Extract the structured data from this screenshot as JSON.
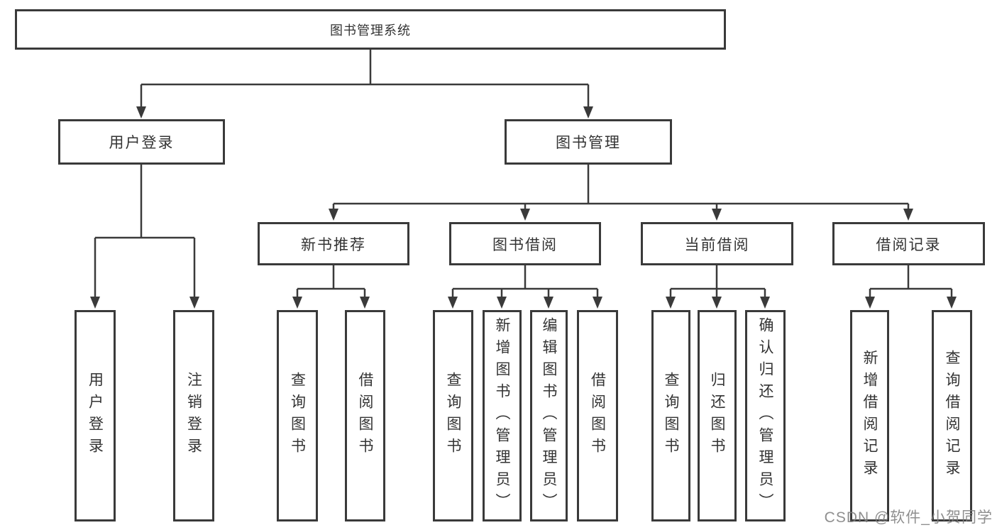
{
  "diagram": {
    "type": "hierarchy-tree",
    "watermark": "CSDN @软件_小贺同学",
    "colors": {
      "line": "#3a3a3a",
      "box_border": "#3a3a3a",
      "text": "#333333",
      "watermark": "#808080",
      "background": "#ffffff"
    },
    "tree": {
      "label": "图书管理系统",
      "children": [
        {
          "label": "用户登录",
          "children": [
            {
              "label": "用户登录"
            },
            {
              "label": "注销登录"
            }
          ]
        },
        {
          "label": "图书管理",
          "children": [
            {
              "label": "新书推荐",
              "children": [
                {
                  "label": "查询图书"
                },
                {
                  "label": "借阅图书"
                }
              ]
            },
            {
              "label": "图书借阅",
              "children": [
                {
                  "label": "查询图书"
                },
                {
                  "label": "新增图书（管理员）"
                },
                {
                  "label": "编辑图书（管理员）"
                },
                {
                  "label": "借阅图书"
                }
              ]
            },
            {
              "label": "当前借阅",
              "children": [
                {
                  "label": "查询图书"
                },
                {
                  "label": "归还图书"
                },
                {
                  "label": "确认归还（管理员）"
                }
              ]
            },
            {
              "label": "借阅记录",
              "children": [
                {
                  "label": "新增借阅记录"
                },
                {
                  "label": "查询借阅记录"
                }
              ]
            }
          ]
        }
      ]
    }
  }
}
